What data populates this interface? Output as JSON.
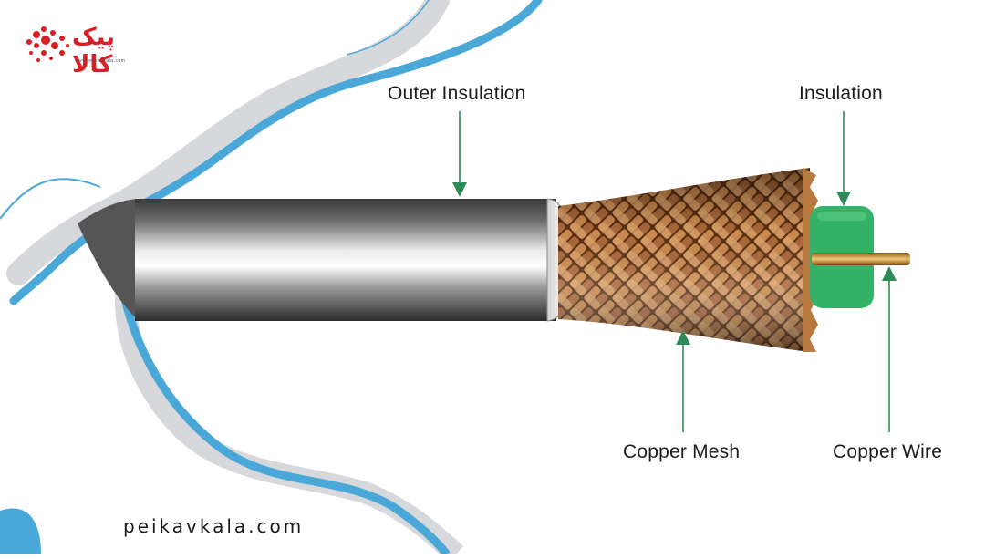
{
  "logo": {
    "wordmark": "پیک کالا",
    "tagline": "www.peikavkala.com"
  },
  "labels": {
    "outer_insulation": "Outer Insulation",
    "insulation": "Insulation",
    "copper_mesh": "Copper Mesh",
    "copper_wire": "Copper Wire"
  },
  "footer": {
    "site": "peikavkala.com"
  },
  "colors": {
    "arrow_green": "#2e8b57",
    "inner_insulation_green": "#34b267",
    "copper": "#b06d3a",
    "wave_blue": "#4aa8d8",
    "wave_gray": "#d6d8dc",
    "brand_red": "#d91f26"
  },
  "icons": {
    "arrow": "arrow-icon",
    "logo_dots": "dot-cluster-icon"
  }
}
